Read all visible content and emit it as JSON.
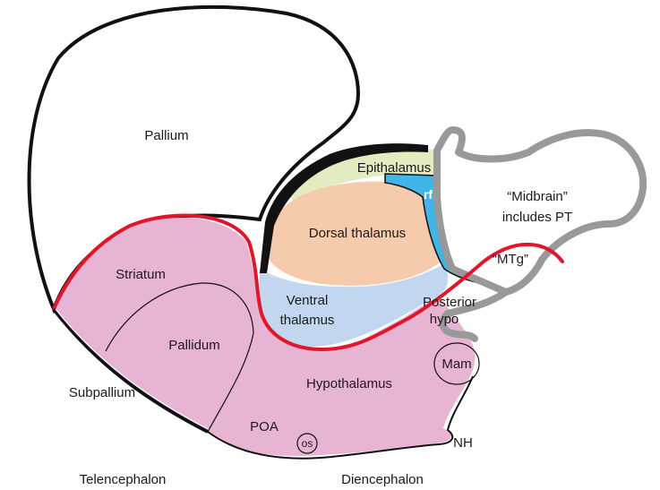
{
  "labels": {
    "pallium": "Pallium",
    "epithalamus": "Epithalamus",
    "rf": "rf",
    "midbrain_line1": "“Midbrain”",
    "midbrain_line2": "includes PT",
    "dorsal_thalamus": "Dorsal thalamus",
    "mtg": "“MTg”",
    "striatum": "Striatum",
    "ventral_thalamus_line1": "Ventral",
    "ventral_thalamus_line2": "thalamus",
    "posterior_hypo_line1": "Posterior",
    "posterior_hypo_line2": "hypo",
    "pallidum": "Pallidum",
    "mam": "Mam",
    "subpallium": "Subpallium",
    "hypothalamus": "Hypothalamus",
    "poa": "POA",
    "os": "os",
    "nh": "NH",
    "telencephalon": "Telencephalon",
    "diencephalon": "Diencephalon"
  },
  "colors": {
    "subpallium_fill": "#e8b4d4",
    "epithalamus_fill": "#e2ecc0",
    "dorsal_thalamus_fill": "#f6cbab",
    "ventral_thalamus_fill": "#c2d6ef",
    "ventricle_fill": "#41b4e8",
    "border_red": "#e0162b",
    "midbrain_outline": "#999999",
    "outline": "#111111"
  }
}
